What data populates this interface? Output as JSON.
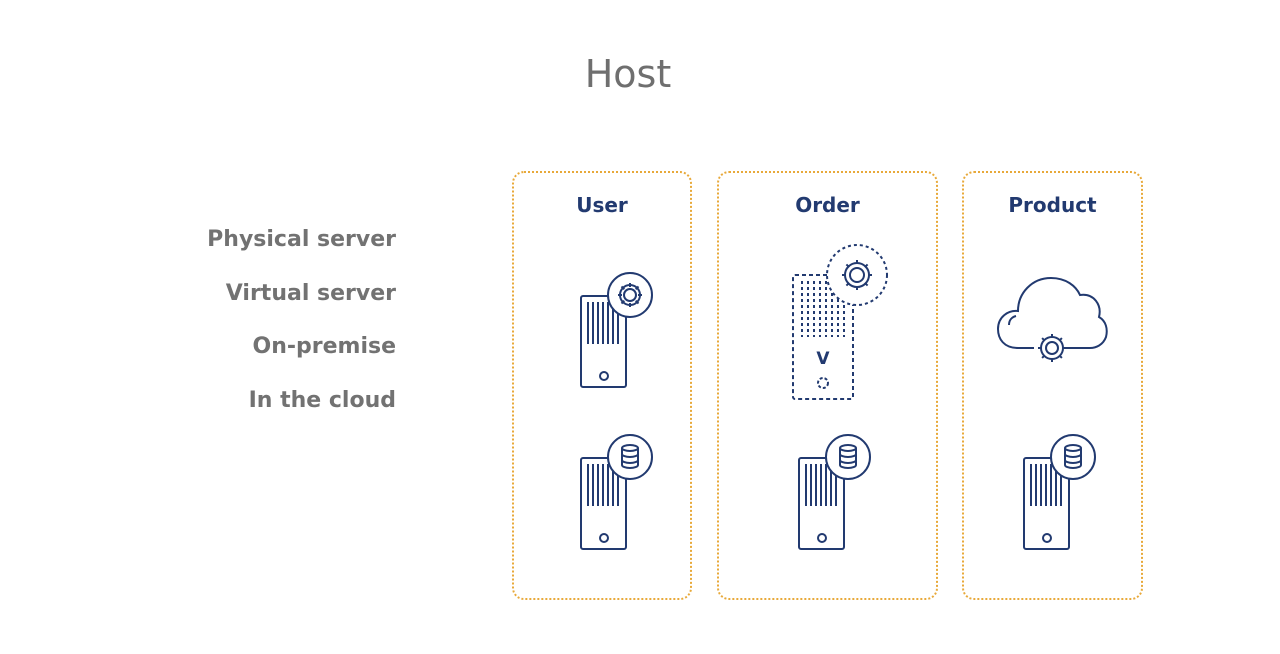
{
  "title": "Host",
  "labels": [
    "Physical server",
    "Virtual server",
    "On-premise",
    "In the cloud"
  ],
  "columns": [
    {
      "name": "User",
      "icons": [
        "server-with-gear-icon",
        "server-with-database-icon"
      ]
    },
    {
      "name": "Order",
      "icons": [
        "virtual-server-with-gear-icon",
        "server-with-database-icon"
      ],
      "virtual_letter": "V"
    },
    {
      "name": "Product",
      "icons": [
        "cloud-with-gear-icon",
        "server-with-database-icon"
      ]
    }
  ],
  "colors": {
    "title": "#6f6f6f",
    "labels": "#727272",
    "column_title": "#223a70",
    "icon_stroke": "#223a70",
    "border": "#e8a93a"
  }
}
